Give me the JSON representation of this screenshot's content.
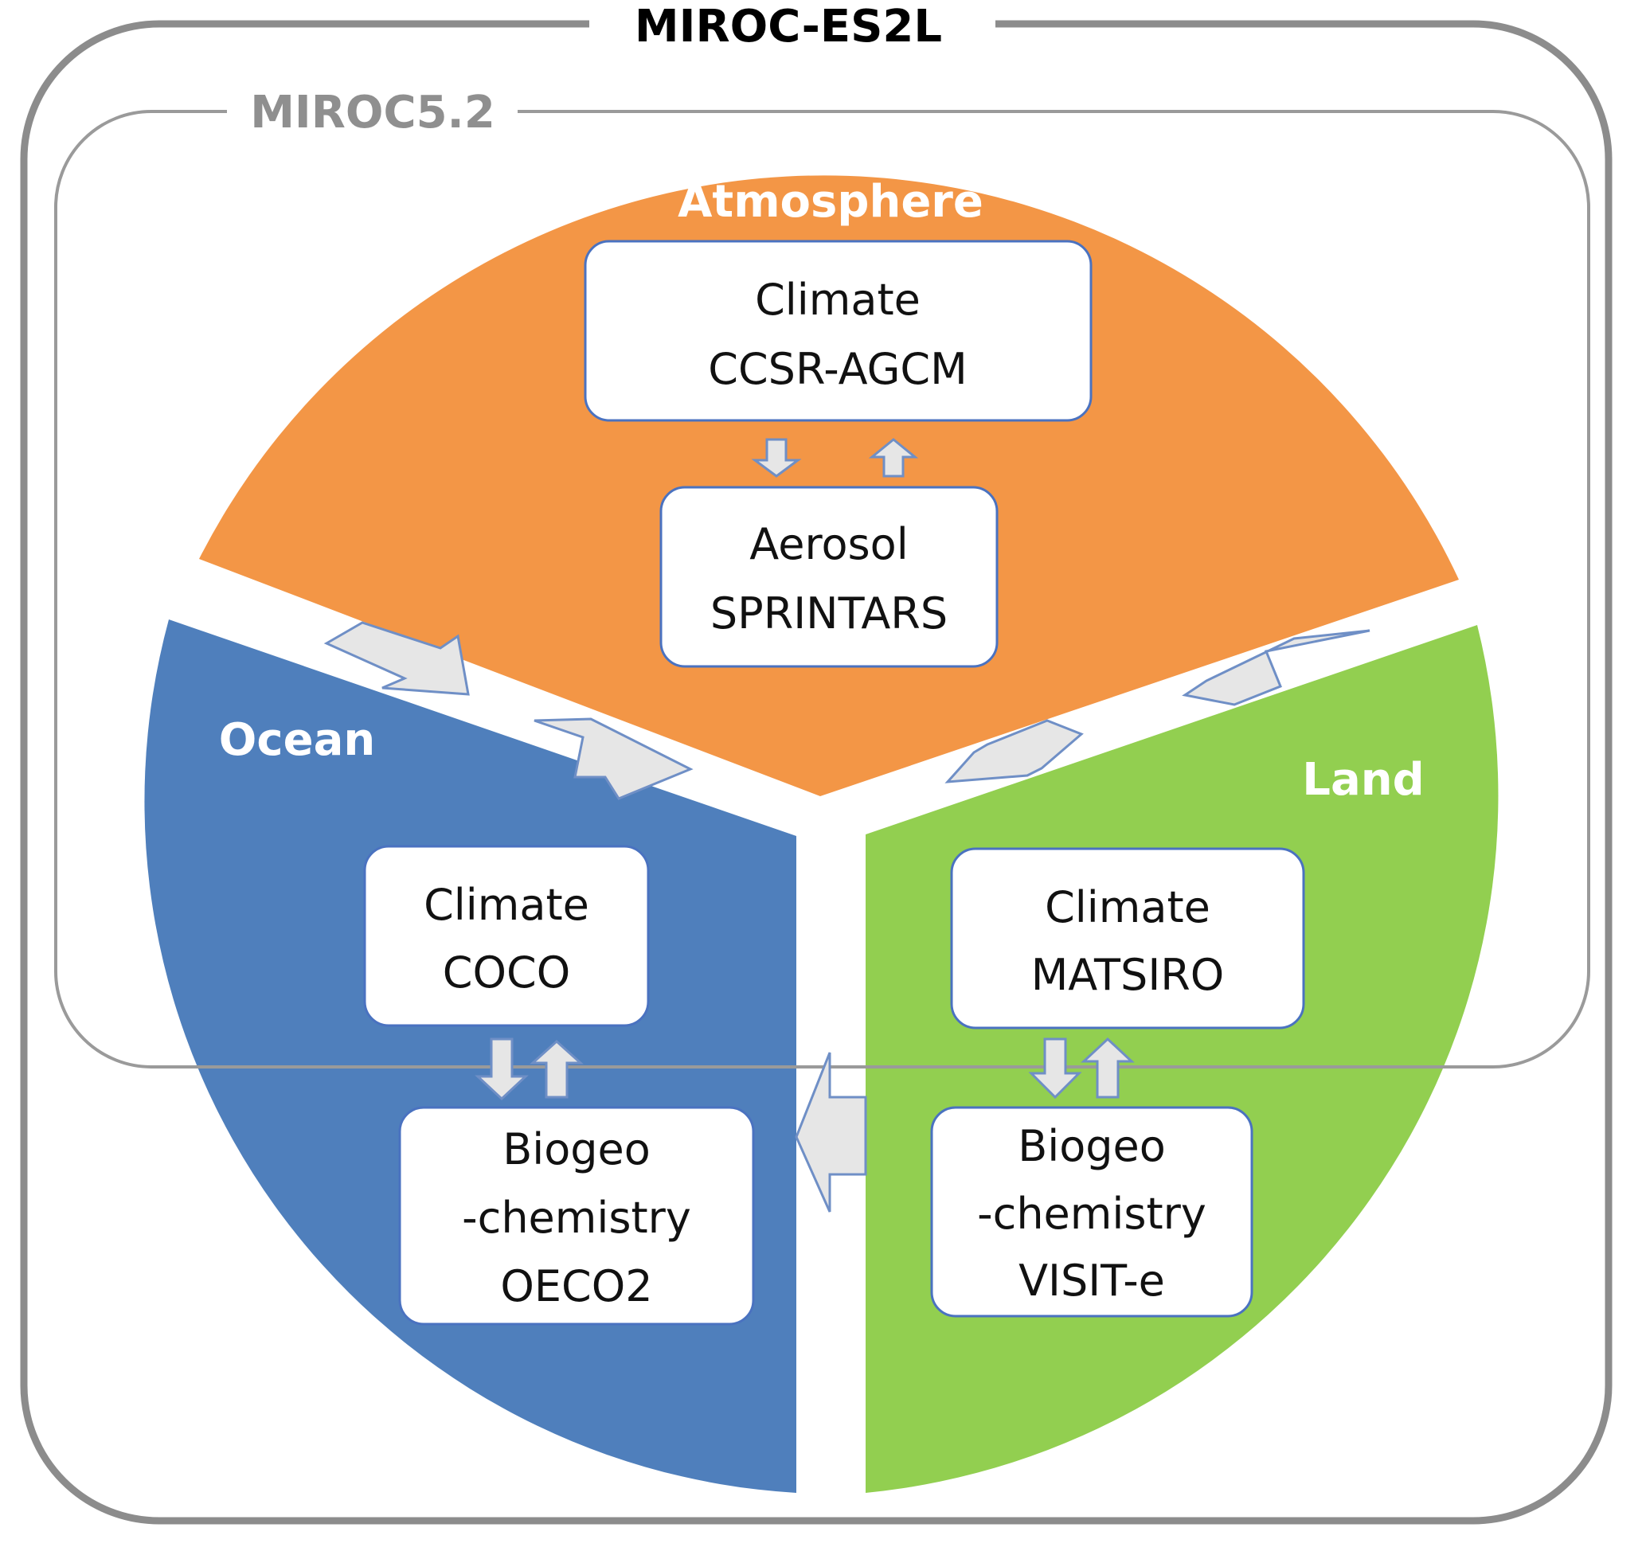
{
  "outer_model": {
    "title": "MIROC-ES2L"
  },
  "inner_model": {
    "title": "MIROC5.2"
  },
  "colors": {
    "atmosphere": "#f39646",
    "ocean": "#4f7fbc",
    "land": "#92cf50",
    "outer_frame": "#8c8c8c",
    "inner_frame": "#9a9a9a",
    "inner_title": "#8f8f8f",
    "box_border": "#4a72c0"
  },
  "sectors": {
    "atmosphere": {
      "label": "Atmosphere",
      "climate": {
        "line1": "Climate",
        "line2": "CCSR-AGCM"
      },
      "aerosol": {
        "line1": "Aerosol",
        "line2": "SPRINTARS"
      }
    },
    "ocean": {
      "label": "Ocean",
      "climate": {
        "line1": "Climate",
        "line2": "COCO"
      },
      "biogeo": {
        "line1": "Biogeo",
        "line2": "-chemistry",
        "line3": "OECO2"
      }
    },
    "land": {
      "label": "Land",
      "climate": {
        "line1": "Climate",
        "line2": "MATSIRO"
      },
      "biogeo": {
        "line1": "Biogeo",
        "line2": "-chemistry",
        "line3": "VISIT-e"
      }
    }
  },
  "arrows": [
    {
      "name": "climate-to-aerosol-arrow-icon"
    },
    {
      "name": "aerosol-to-climate-arrow-icon"
    },
    {
      "name": "atmosphere-to-ocean-arrow-icon"
    },
    {
      "name": "ocean-to-atmosphere-arrow-icon"
    },
    {
      "name": "atmosphere-to-land-arrow-icon"
    },
    {
      "name": "land-to-atmosphere-arrow-icon"
    },
    {
      "name": "ocean-climate-to-biogeo-arrow-icon"
    },
    {
      "name": "ocean-biogeo-to-climate-arrow-icon"
    },
    {
      "name": "land-climate-to-biogeo-arrow-icon"
    },
    {
      "name": "land-biogeo-to-climate-arrow-icon"
    },
    {
      "name": "land-to-ocean-arrow-icon"
    }
  ]
}
